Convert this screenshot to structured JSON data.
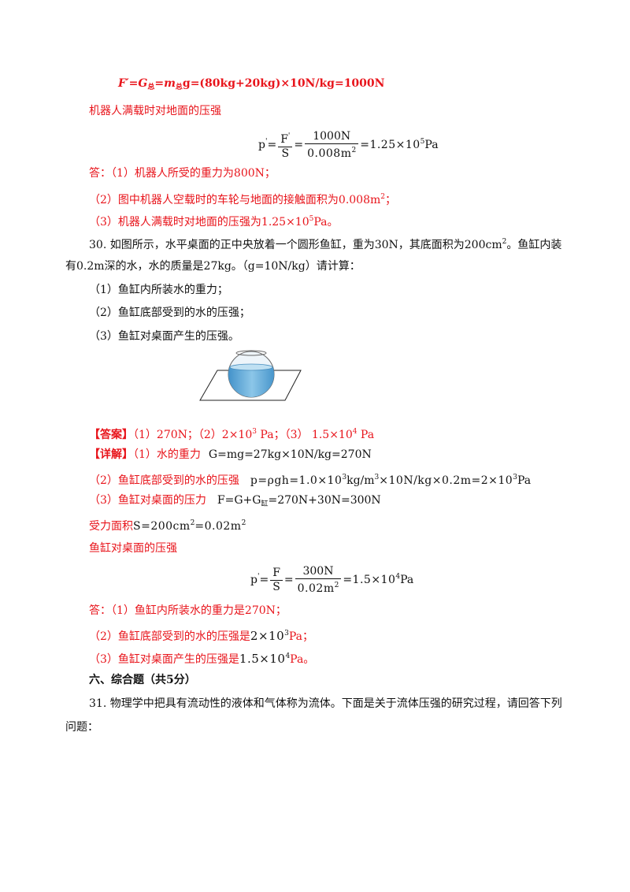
{
  "prev_solution": {
    "f_prime_line": {
      "lhs": "F′=G",
      "sub1": "总",
      "mid": "=m",
      "sub2": "总",
      "rhs": "g=(80kg+20kg)×10N/kg=1000N"
    },
    "label": "机器人满载时对地面的压强",
    "pressure_formula": {
      "p": "p",
      "prime": "'",
      "eq": "=",
      "frac1_num": "F",
      "frac1_num_prime": "'",
      "frac1_den": "S",
      "frac2_num": "1000N",
      "frac2_den": "0.008m",
      "frac2_den_sup": "2",
      "result": "=1.25×10",
      "result_sup": "5",
      "unit": "Pa"
    },
    "answers": [
      "答：（1）机器人所受的重力为800N；",
      "（2）图中机器人空载时的车轮与地面的接触面积为0.008m",
      "（3）机器人满载时对地面的压强为1.25×10"
    ],
    "answer2_sup": "2",
    "answer2_tail": "；",
    "answer3_sup": "5",
    "answer3_tail": "Pa。"
  },
  "q30": {
    "stem1": "30. 如图所示，水平桌面的正中央放着一个圆形鱼缸，重为30N，其底面积为200cm",
    "stem1_sup": "2",
    "stem1_tail": "。鱼缸内装",
    "stem2": "有0.2m深的水，水的质量是27kg。（g=10N/kg）请计算：",
    "items": [
      "（1）鱼缸内所装水的重力；",
      "（2）鱼缸底部受到的水的压强；",
      "（3）鱼缸对桌面产生的压强。"
    ],
    "answer": {
      "tag": "【答案】",
      "a1": "（1）270N；（2）2×10",
      "a1_sup": "3",
      "a2": " Pa；（3） 1.5×10",
      "a2_sup": "4",
      "a3": " Pa"
    },
    "detail": {
      "tag": "【详解】",
      "d1_label": "（1）水的重力",
      "d1_formula": "G=mg=27kg×10N/kg=270N",
      "d2_label": "（2）鱼缸底部受到的水的压强",
      "d2_formula_a": "p=ρgh=1.0×10",
      "d2_formula_sup": "3",
      "d2_formula_b": "kg/m",
      "d2_formula_sup2": "3",
      "d2_formula_c": "×10N/kg×0.2m=2×10",
      "d2_formula_sup3": "3",
      "d2_formula_d": "Pa",
      "d3_label": "（3）鱼缸对桌面的压力",
      "d3_formula_a": "F=G+G",
      "d3_formula_sub": "缸",
      "d3_formula_b": "=270N+30N=300N",
      "area_label": "受力面积",
      "area_formula": "S=200cm",
      "area_sup": "2",
      "area_formula_b": "=0.02m",
      "area_sup2": "2",
      "pressure_label": "鱼缸对桌面的压强"
    },
    "pressure_formula": {
      "p": "p",
      "prime": "'",
      "eq": "=",
      "frac1_num": "F",
      "frac1_den": "S",
      "frac2_num": "300N",
      "frac2_den": "0.02m",
      "frac2_den_sup": "2",
      "result": "=1.5×10",
      "result_sup": "4",
      "unit": "Pa"
    },
    "final": {
      "f1": "答：（1）鱼缸内所装水的重力是270N；",
      "f2": "（2）鱼缸底部受到的水的压强是",
      "f2_val": "2×10",
      "f2_sup": "3",
      "f2_unit": "Pa；",
      "f3": "（3）鱼缸对桌面产生的压强是",
      "f3_val": "1.5×10",
      "f3_sup": "4",
      "f3_unit": "Pa。"
    }
  },
  "section6": {
    "heading": "六、综合题（共5分）",
    "q31_line1": "31. 物理学中把具有流动性的液体和气体称为流体。下面是关于流体压强的研究过程，请回答下列",
    "q31_line2": "问题："
  },
  "colors": {
    "answer": "#e8141b",
    "text": "#111111",
    "water": "#5aa9d6"
  },
  "icons": [
    "fishbowl-on-table-figure"
  ]
}
